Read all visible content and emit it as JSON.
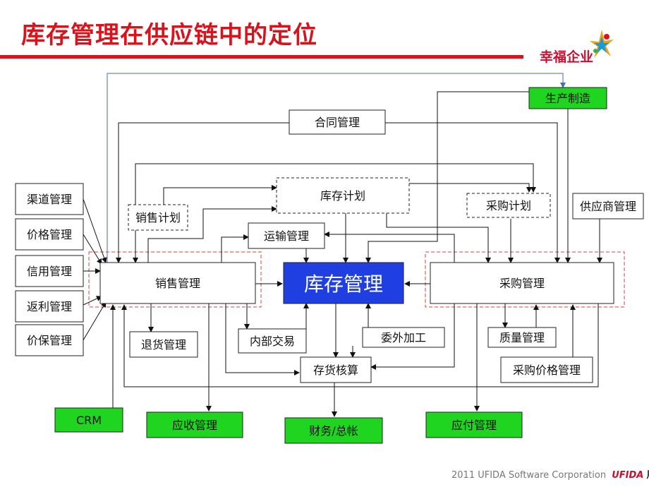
{
  "header": {
    "title": "库存管理在供应链中的定位",
    "brand": "幸福企业"
  },
  "diagram": {
    "core": "库存管理",
    "nodes": {
      "production": "生产制造",
      "contract": "合同管理",
      "inventory_plan": "库存计划",
      "purchase_plan": "采购计划",
      "sales_plan": "销售计划",
      "supplier": "供应商管理",
      "channel": "渠道管理",
      "price": "价格管理",
      "credit": "信用管理",
      "rebate": "返利管理",
      "price_protect": "价保管理",
      "sales": "销售管理",
      "transport": "运输管理",
      "purchase": "采购管理",
      "returns": "退货管理",
      "internal_trade": "内部交易",
      "outsourcing": "委外加工",
      "quality": "质量管理",
      "purchase_price": "采购价格管理",
      "costing": "存货核算",
      "crm": "CRM",
      "receivable": "应收管理",
      "ledger": "财务/总帐",
      "payable": "应付管理"
    }
  },
  "footer": {
    "copyright": "2011 UFIDA Software Corporation",
    "logo": "UFIDA",
    "logo_cn": "用友"
  },
  "colors": {
    "title_red": "#d8131b",
    "green_module": "#1fd51f",
    "core_blue": "#1f3fe3"
  }
}
